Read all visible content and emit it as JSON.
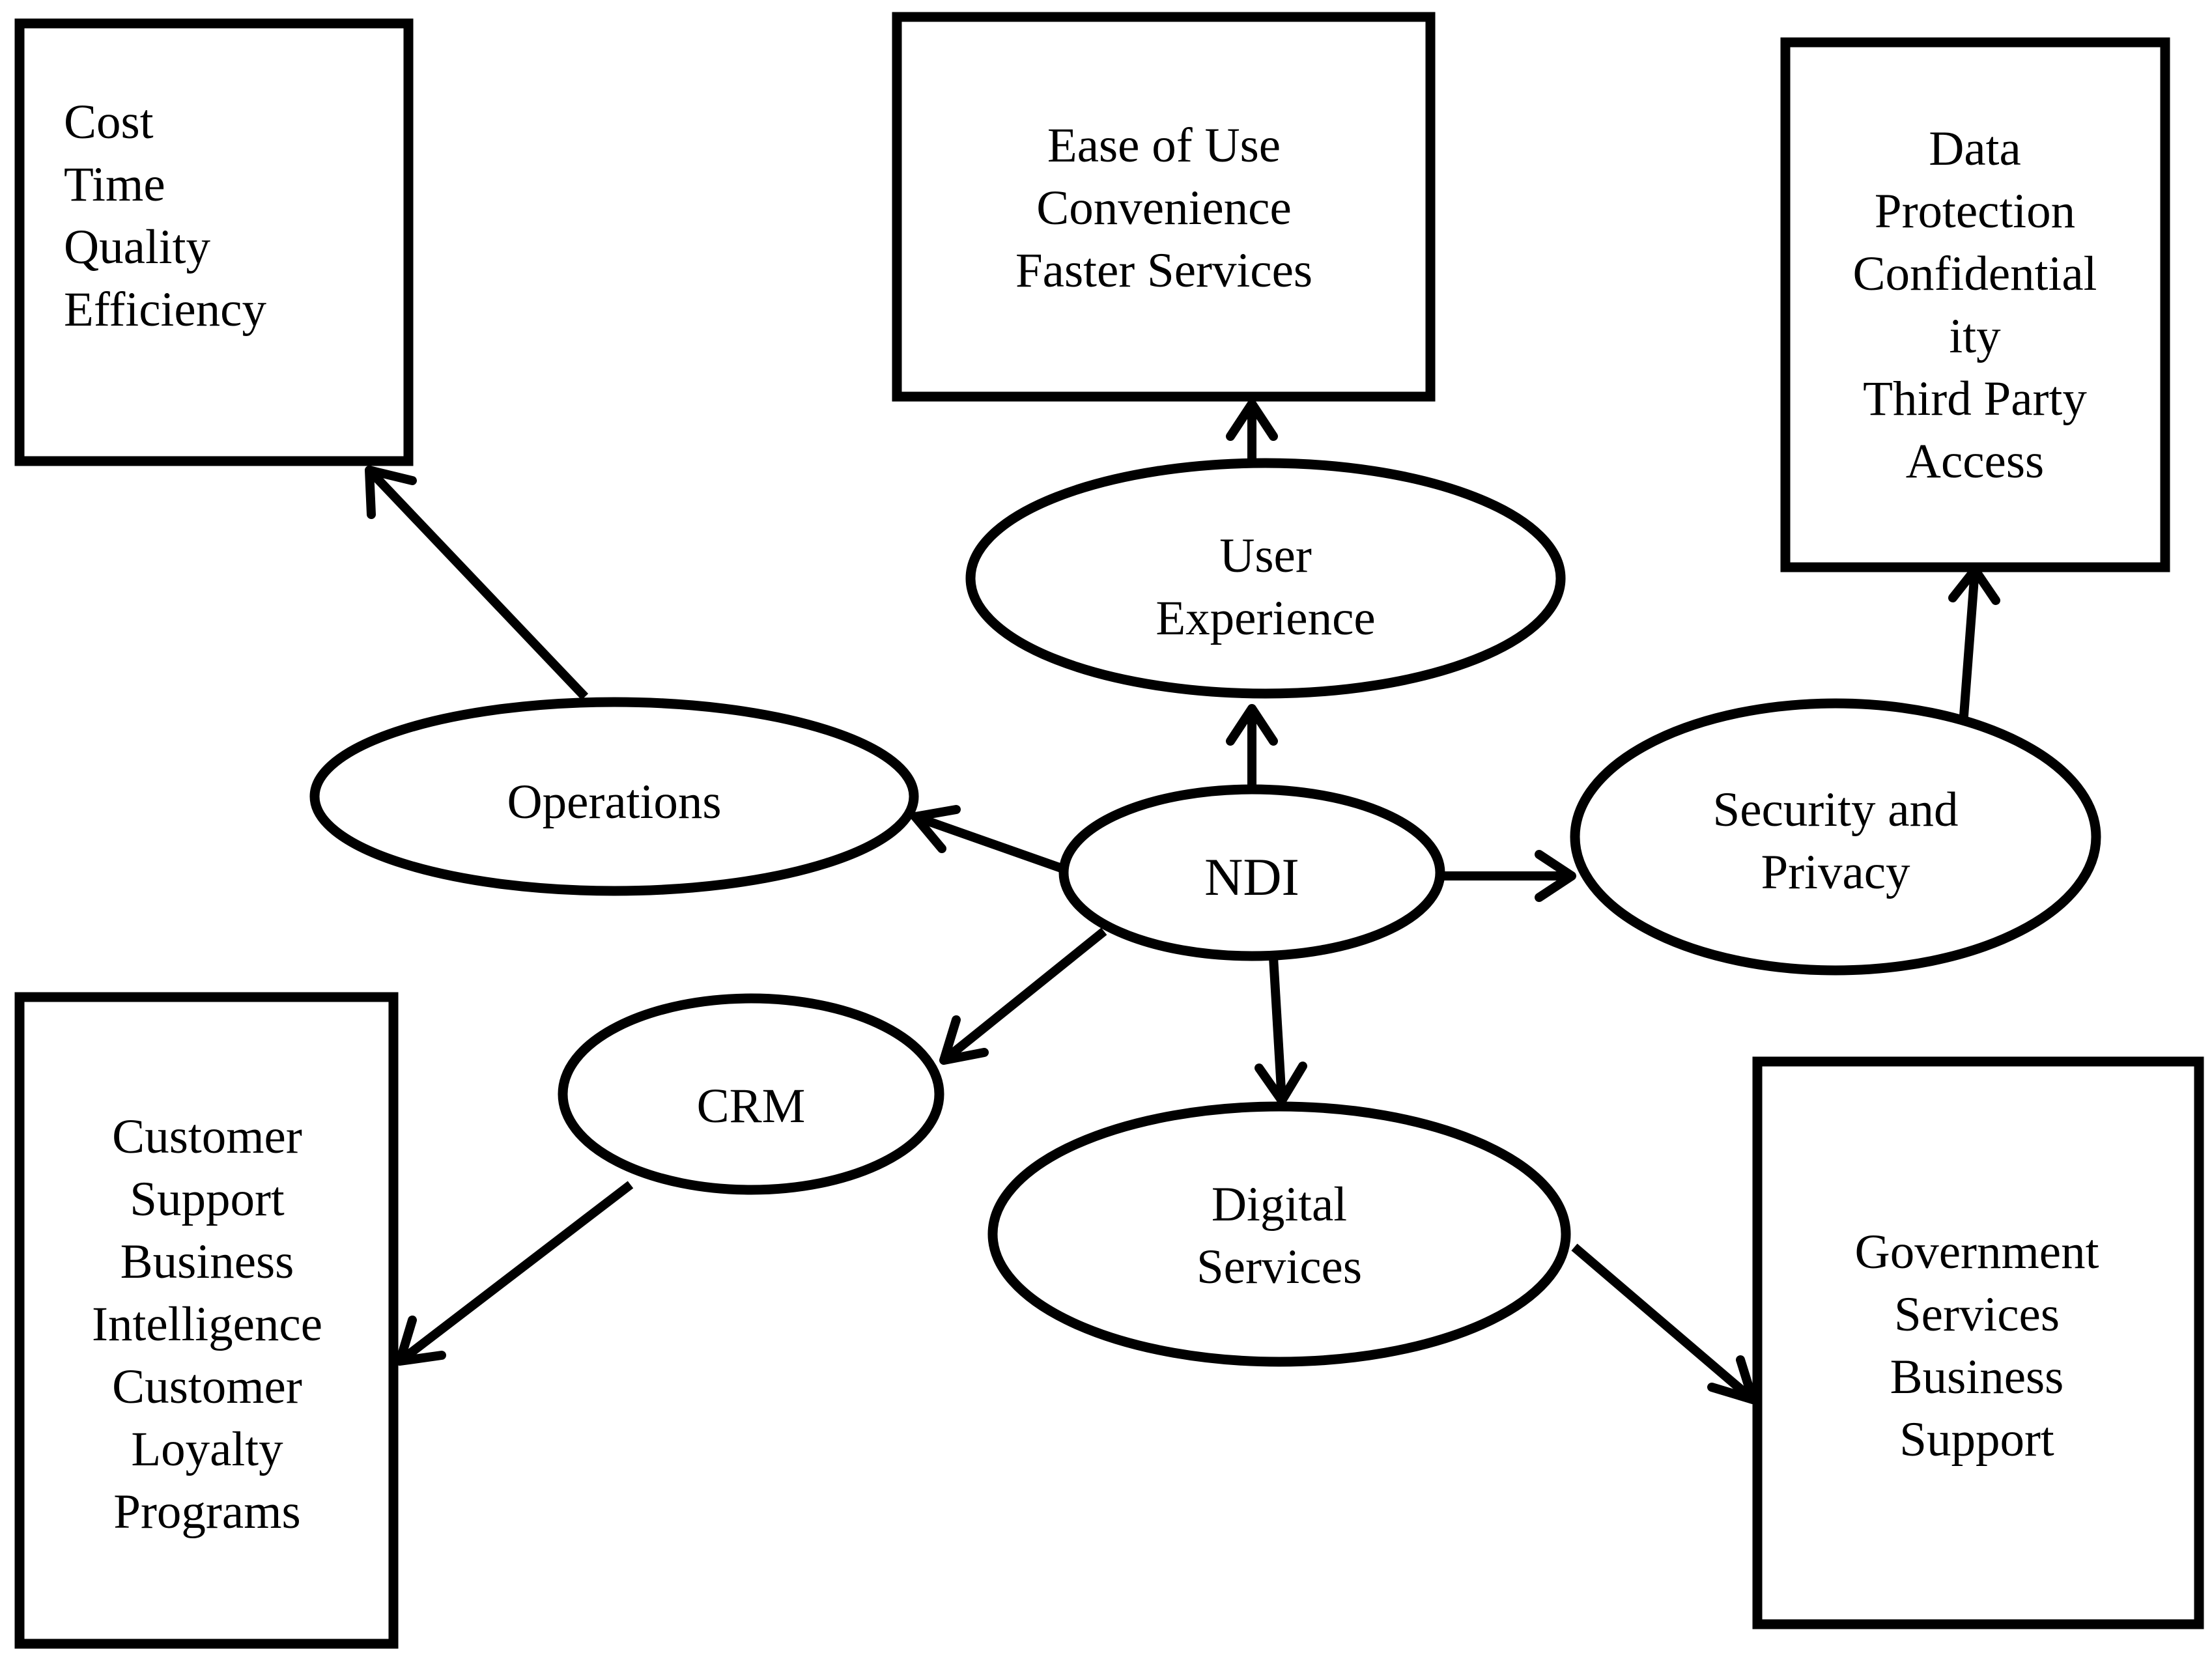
{
  "center": {
    "label": "NDI"
  },
  "ellipses": {
    "user_experience": [
      "User",
      "Experience"
    ],
    "operations": [
      "Operations"
    ],
    "security_privacy": [
      "Security and",
      "Privacy"
    ],
    "crm": [
      "CRM"
    ],
    "digital_services": [
      "Digital",
      "Services"
    ]
  },
  "boxes": {
    "operations_box": [
      "Cost",
      "Time",
      "Quality",
      "Efficiency"
    ],
    "user_experience_box": [
      "Ease of Use",
      "Convenience",
      "Faster Services"
    ],
    "security_box": [
      "Data",
      "Protection",
      "Confidential",
      "ity",
      "Third Party",
      "Access"
    ],
    "crm_box": [
      "Customer",
      "Support",
      "Business",
      "Intelligence",
      "Customer",
      "Loyalty",
      "Programs"
    ],
    "digital_services_box": [
      "Government",
      "Services",
      "Business",
      "Support"
    ]
  },
  "colors": {
    "stroke": "#000000",
    "fill": "#ffffff"
  }
}
